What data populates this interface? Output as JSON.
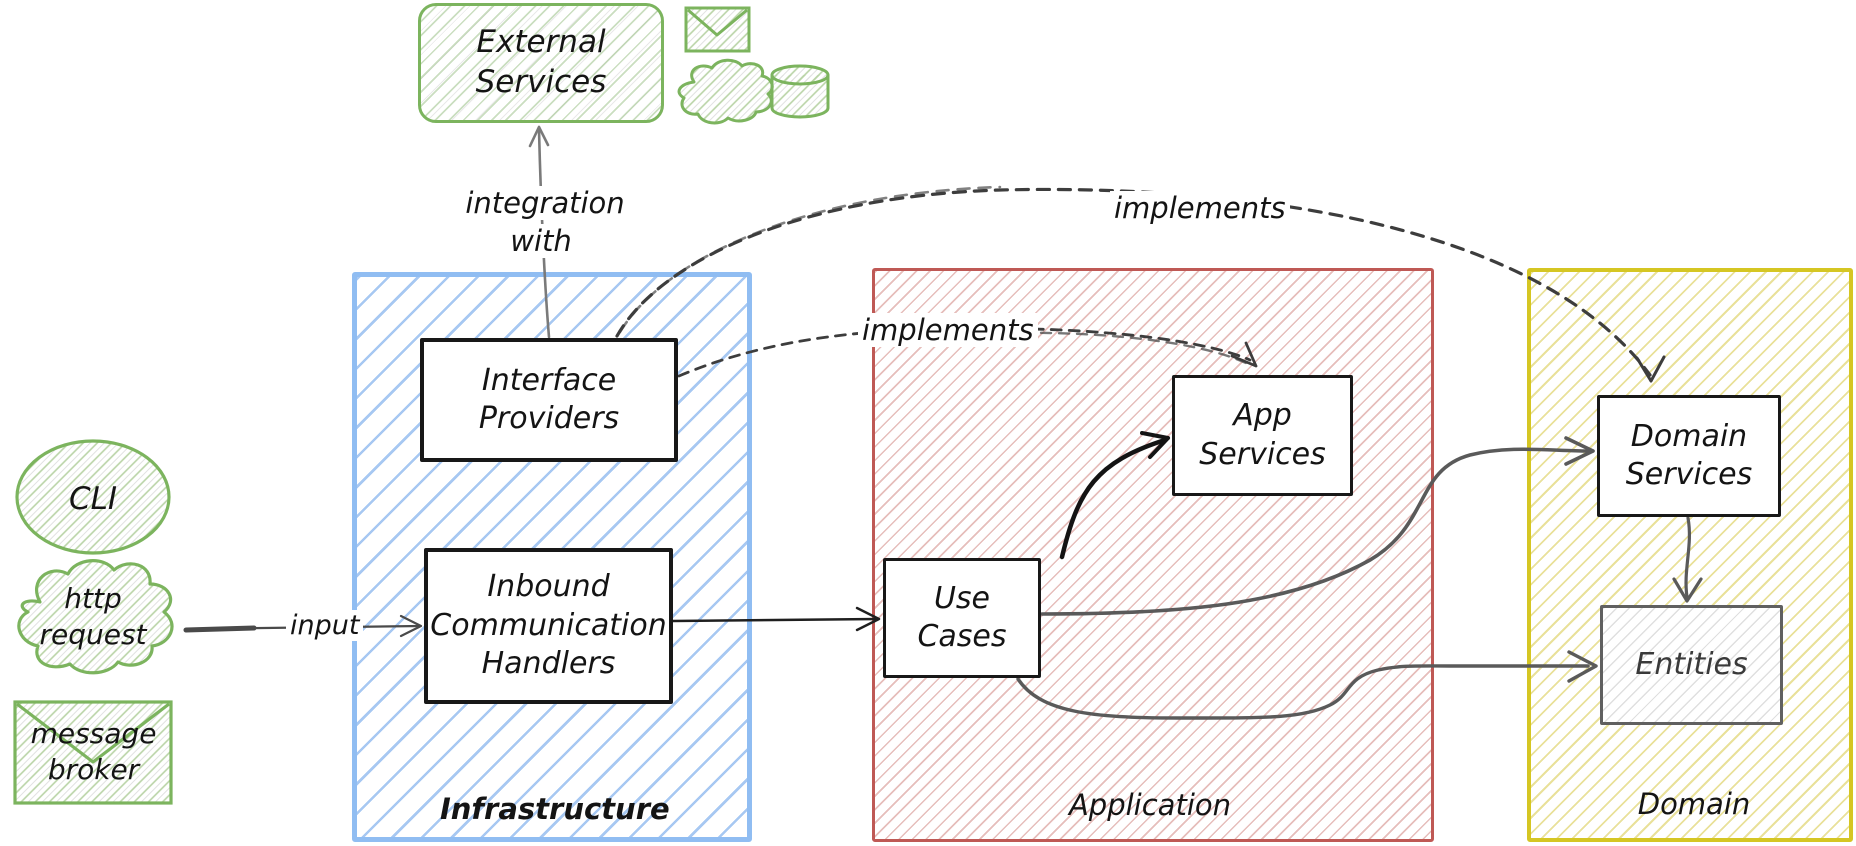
{
  "nodes": {
    "external_services": {
      "label": "External\nServices"
    },
    "interface_providers": {
      "label": "Interface\nProviders"
    },
    "inbound_handlers": {
      "label": "Inbound\nCommunication\nHandlers"
    },
    "use_cases": {
      "label": "Use Cases"
    },
    "app_services": {
      "label": "App\nServices"
    },
    "domain_services": {
      "label": "Domain\nServices"
    },
    "entities": {
      "label": "Entities"
    },
    "cli": {
      "label": "CLI"
    },
    "http_request": {
      "label": "http\nrequest"
    },
    "message_broker": {
      "label": "message\nbroker"
    }
  },
  "regions": {
    "infrastructure": {
      "label": "Infrastructure"
    },
    "application": {
      "label": "Application"
    },
    "domain": {
      "label": "Domain"
    }
  },
  "edge_labels": {
    "integration_with": "integration with",
    "implements_top": "implements",
    "implements_mid": "implements",
    "input": "input"
  },
  "connections": [
    {
      "id": "input",
      "from": "clients",
      "to": "inbound_handlers",
      "label": "input",
      "style": "solid"
    },
    {
      "id": "integration_with",
      "from": "interface_providers",
      "to": "external_services",
      "label": "integration with",
      "style": "solid"
    },
    {
      "id": "implements_top",
      "from": "interface_providers",
      "to": "domain_services",
      "label": "implements",
      "style": "dashed"
    },
    {
      "id": "implements_mid",
      "from": "interface_providers",
      "to": "app_services",
      "label": "implements",
      "style": "dashed"
    },
    {
      "id": "handlers_to_use_cases",
      "from": "inbound_handlers",
      "to": "use_cases",
      "label": "",
      "style": "solid"
    },
    {
      "id": "use_cases_to_app_services",
      "from": "use_cases",
      "to": "app_services",
      "label": "",
      "style": "solid"
    },
    {
      "id": "use_cases_to_domain_services",
      "from": "use_cases",
      "to": "domain_services",
      "label": "",
      "style": "solid"
    },
    {
      "id": "use_cases_to_entities",
      "from": "use_cases",
      "to": "entities",
      "label": "",
      "style": "solid"
    },
    {
      "id": "domain_services_to_entities",
      "from": "domain_services",
      "to": "entities",
      "label": "",
      "style": "solid"
    }
  ],
  "icons": [
    {
      "name": "envelope-icon"
    },
    {
      "name": "cloud-icon"
    },
    {
      "name": "database-icon"
    }
  ],
  "colors": {
    "green": "#7cb45e",
    "blue_border": "#90bdf2",
    "red_border": "#bf5955",
    "yellow_border": "#d5c623",
    "box_border": "#181818",
    "entities_border": "#606060",
    "arrow_gray": "#5a5a5a",
    "arrow_dark": "#1c1c1c",
    "dashed_arrow": "#3d3d3d",
    "text": "#141414"
  }
}
